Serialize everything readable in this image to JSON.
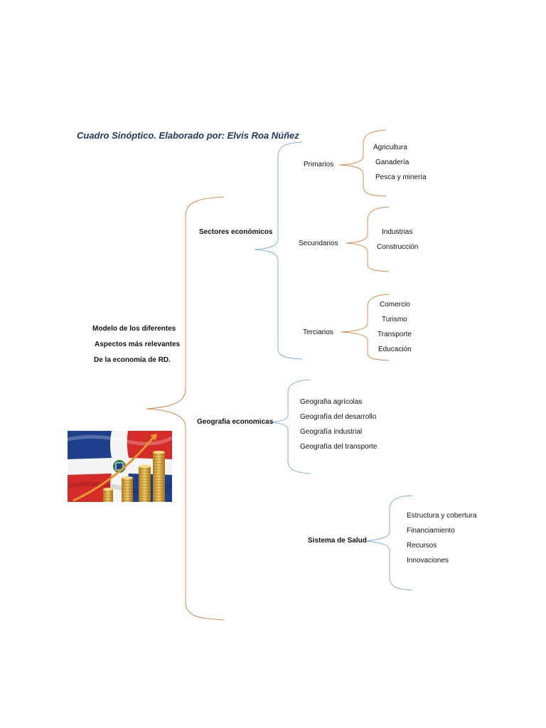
{
  "title": "Cuadro Sinóptico. Elaborado por: Elvis Roa Núñez",
  "root": {
    "lines": [
      "Modelo de los diferentes",
      "Aspectos más relevantes",
      "De la economía de RD."
    ]
  },
  "sectores": {
    "label": "Sectores económicos",
    "primarios": {
      "label": "Primarios",
      "items": [
        "Agricultura",
        "Ganadería",
        "Pesca y minería"
      ]
    },
    "secundarios": {
      "label": "Secundarios",
      "items": [
        "Industrias",
        "Construcción"
      ]
    },
    "terciarios": {
      "label": "Terciarios",
      "items": [
        "Comercio",
        "Turismo",
        "Transporte",
        "Educación"
      ]
    }
  },
  "geografia": {
    "label": "Geografia economicas",
    "items": [
      "Geografia agrícolas",
      "Geografía del desarrollo",
      "Geografía industrial",
      "Geografía del transporte"
    ]
  },
  "salud": {
    "label": "Sistema de Salud",
    "items": [
      "Estructura y cobertura",
      "Financiamiento",
      "Recursos",
      "Innovaciones"
    ]
  },
  "colors": {
    "orange_brace": "#e0884a",
    "blue_brace": "#7fb2e0",
    "title": "#1f3864"
  },
  "image": {
    "semantic": "dominican-flag-with-coin-stacks"
  }
}
